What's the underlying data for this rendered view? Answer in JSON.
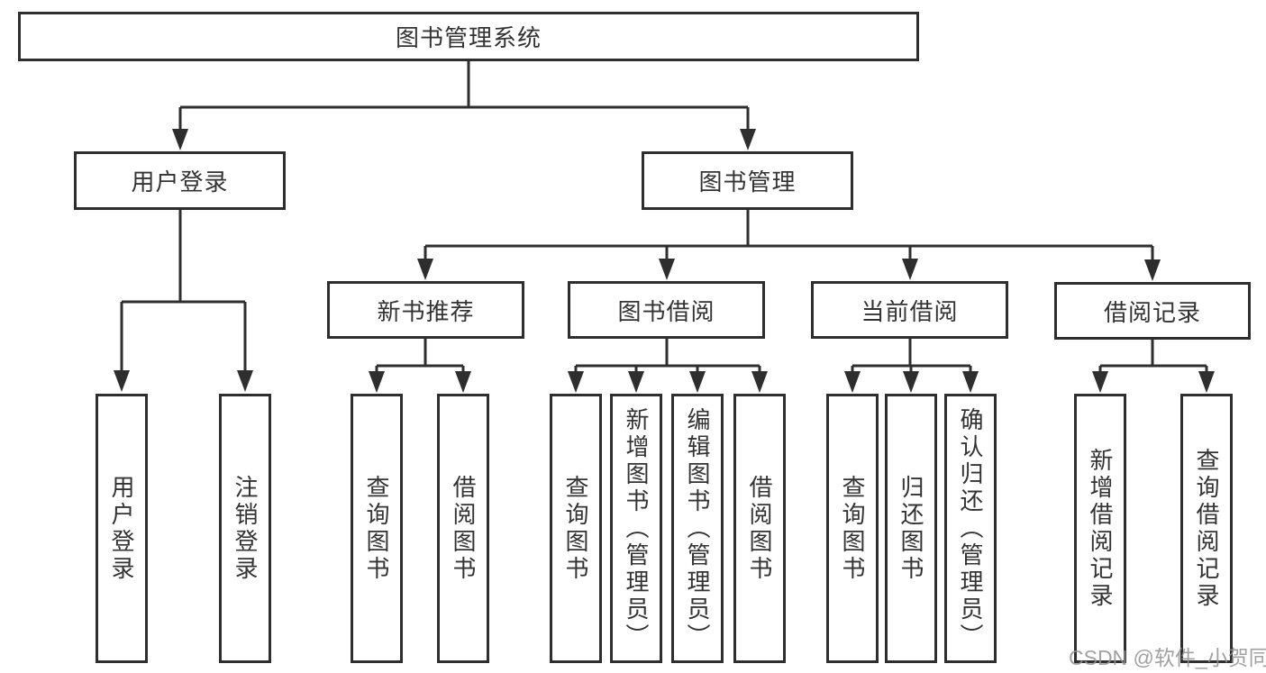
{
  "diagram": {
    "root": {
      "label": "图书管理系统"
    },
    "branches": [
      {
        "label": "用户登录",
        "children": [
          {
            "label": "用户登录"
          },
          {
            "label": "注销登录"
          }
        ]
      },
      {
        "label": "图书管理",
        "children": [
          {
            "label": "新书推荐",
            "children": [
              {
                "label": "查询图书"
              },
              {
                "label": "借阅图书"
              }
            ]
          },
          {
            "label": "图书借阅",
            "children": [
              {
                "label": "查询图书"
              },
              {
                "label": "新增图书（管理员）"
              },
              {
                "label": "编辑图书（管理员）"
              },
              {
                "label": "借阅图书"
              }
            ]
          },
          {
            "label": "当前借阅",
            "children": [
              {
                "label": "查询图书"
              },
              {
                "label": "归还图书"
              },
              {
                "label": "确认归还（管理员）"
              }
            ]
          },
          {
            "label": "借阅记录",
            "children": [
              {
                "label": "新增借阅记录"
              },
              {
                "label": "查询借阅记录"
              }
            ]
          }
        ]
      }
    ]
  },
  "watermark": {
    "text": "CSDN @软件_小贺同学",
    "color": "#919191"
  },
  "colors": {
    "background": "#ffffff",
    "line": "#2e2e2e",
    "box_border": "#2e2e2e",
    "text": "#333333"
  }
}
